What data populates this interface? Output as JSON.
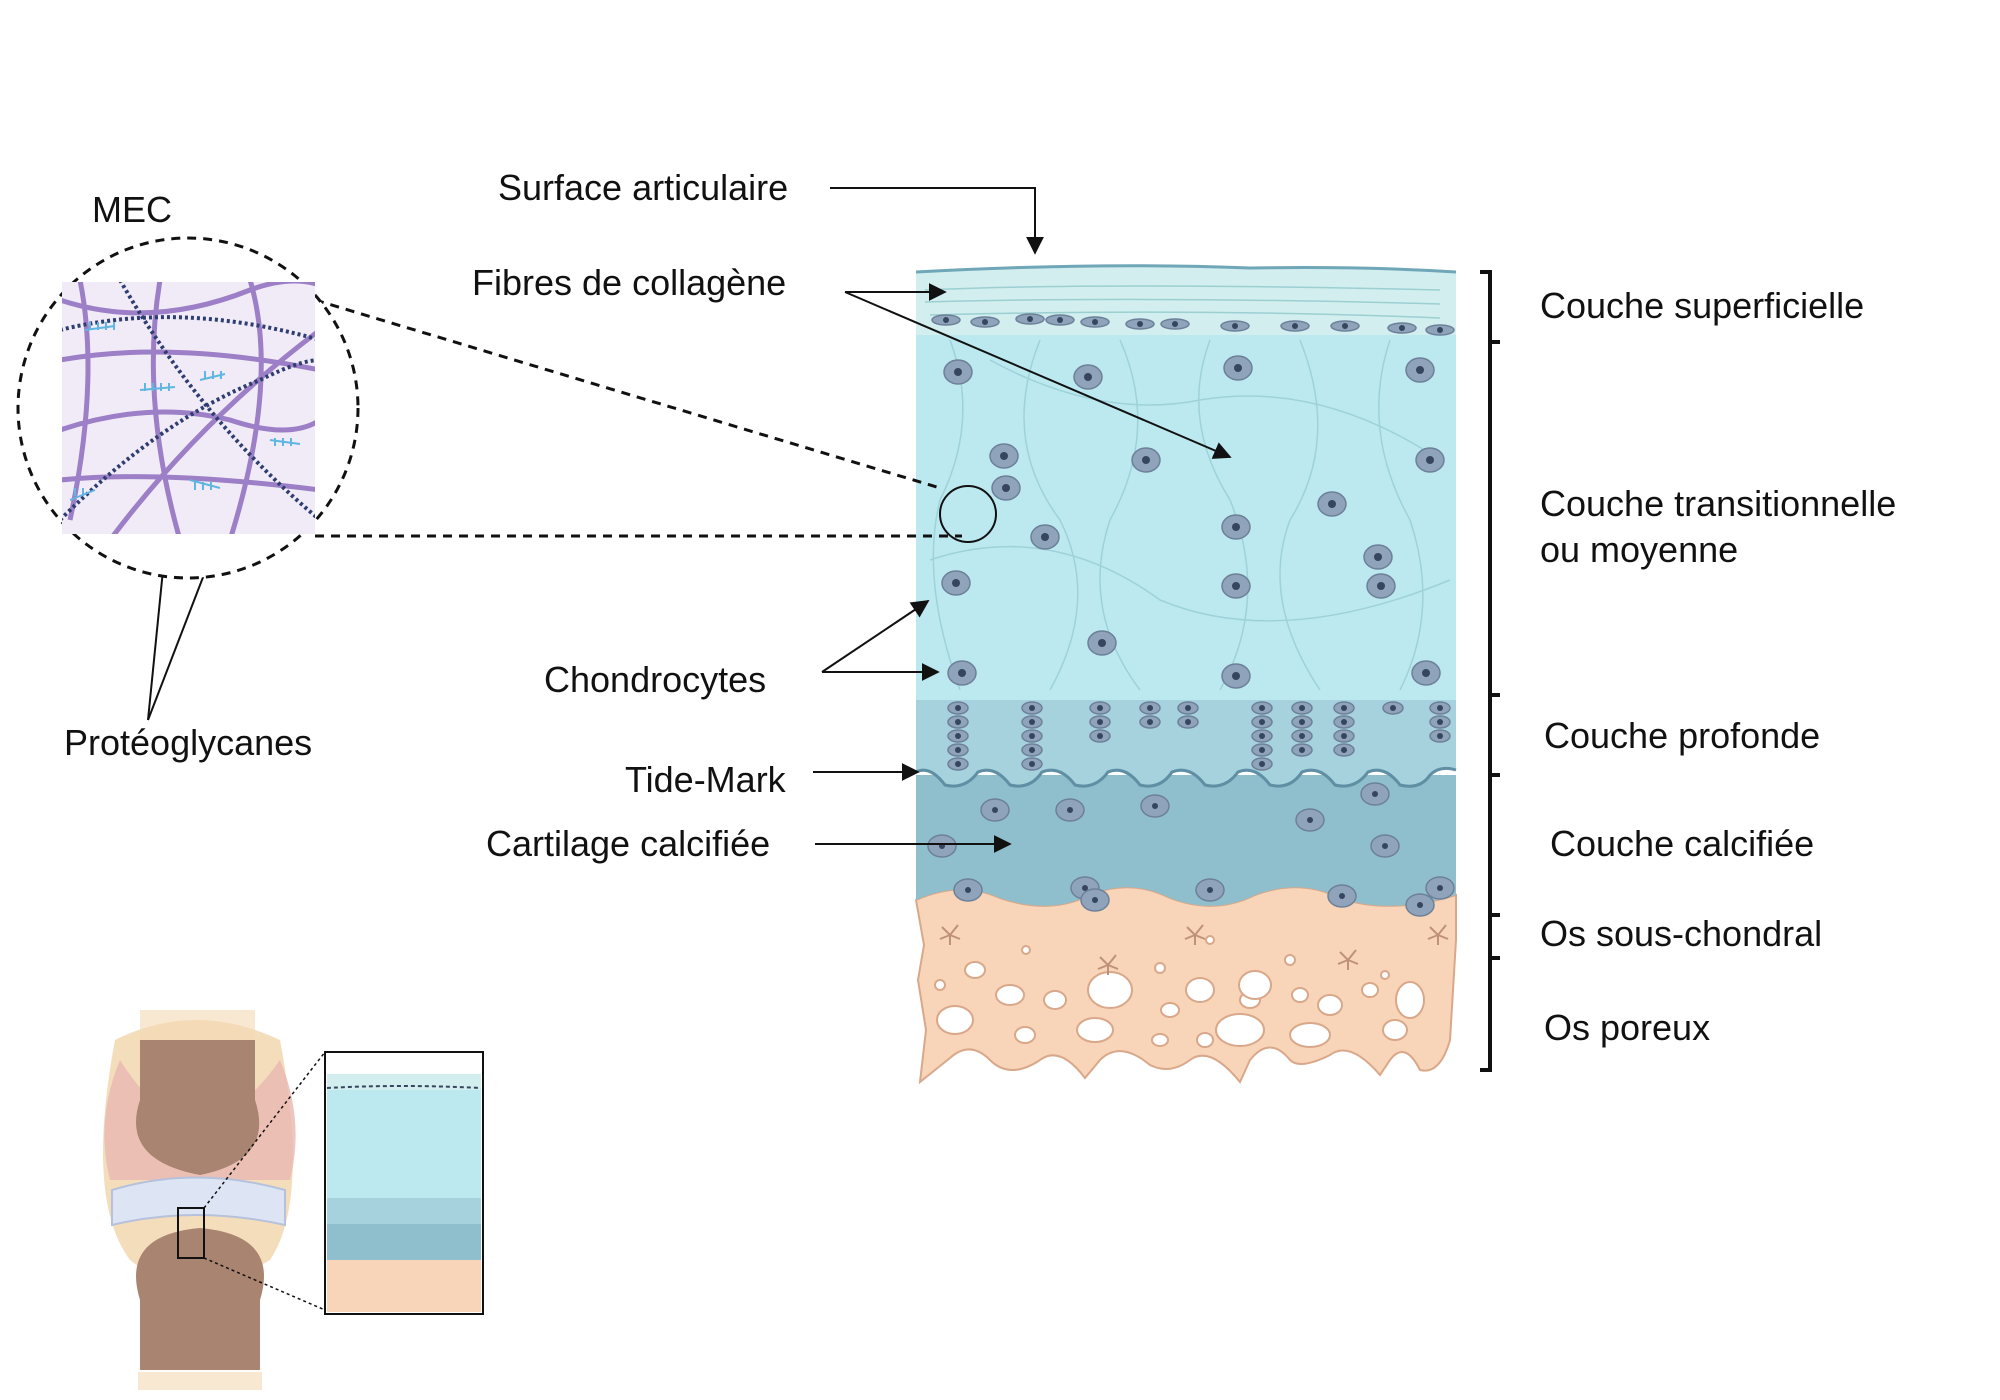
{
  "labels": {
    "mec": "MEC",
    "proteoglycanes": "Protéoglycanes",
    "surface_articulaire": "Surface articulaire",
    "fibres_collagene": "Fibres de collagène",
    "chondrocytes": "Chondrocytes",
    "tide_mark": "Tide-Mark",
    "cartilage_calcifiee": "Cartilage calcifiée"
  },
  "layers": [
    {
      "id": "superficielle",
      "lines": [
        "Couche superficielle"
      ]
    },
    {
      "id": "transitionnelle",
      "lines": [
        "Couche transitionnelle",
        "ou moyenne"
      ]
    },
    {
      "id": "profonde",
      "lines": [
        "Couche profonde"
      ]
    },
    {
      "id": "calcifiee",
      "lines": [
        "Couche calcifiée"
      ]
    },
    {
      "id": "sous-chondral",
      "lines": [
        "Os sous-chondral"
      ]
    },
    {
      "id": "poreux",
      "lines": [
        "Os poreux"
      ]
    }
  ],
  "colors": {
    "superficial": "#d2eeee",
    "transitional": "#bce9ef",
    "deep": "#a5d2dc",
    "calcified": "#8fbfcc",
    "bone": "#f8d5b8",
    "bone_outline": "#d9a789",
    "cell": "#8fa3ba",
    "nucleus": "#36465f",
    "mec_bg": "#f1ebf7",
    "fiber": "#9c7fc6",
    "fiber_dark": "#2f3e70",
    "proteoglycan": "#5fb6e0"
  }
}
